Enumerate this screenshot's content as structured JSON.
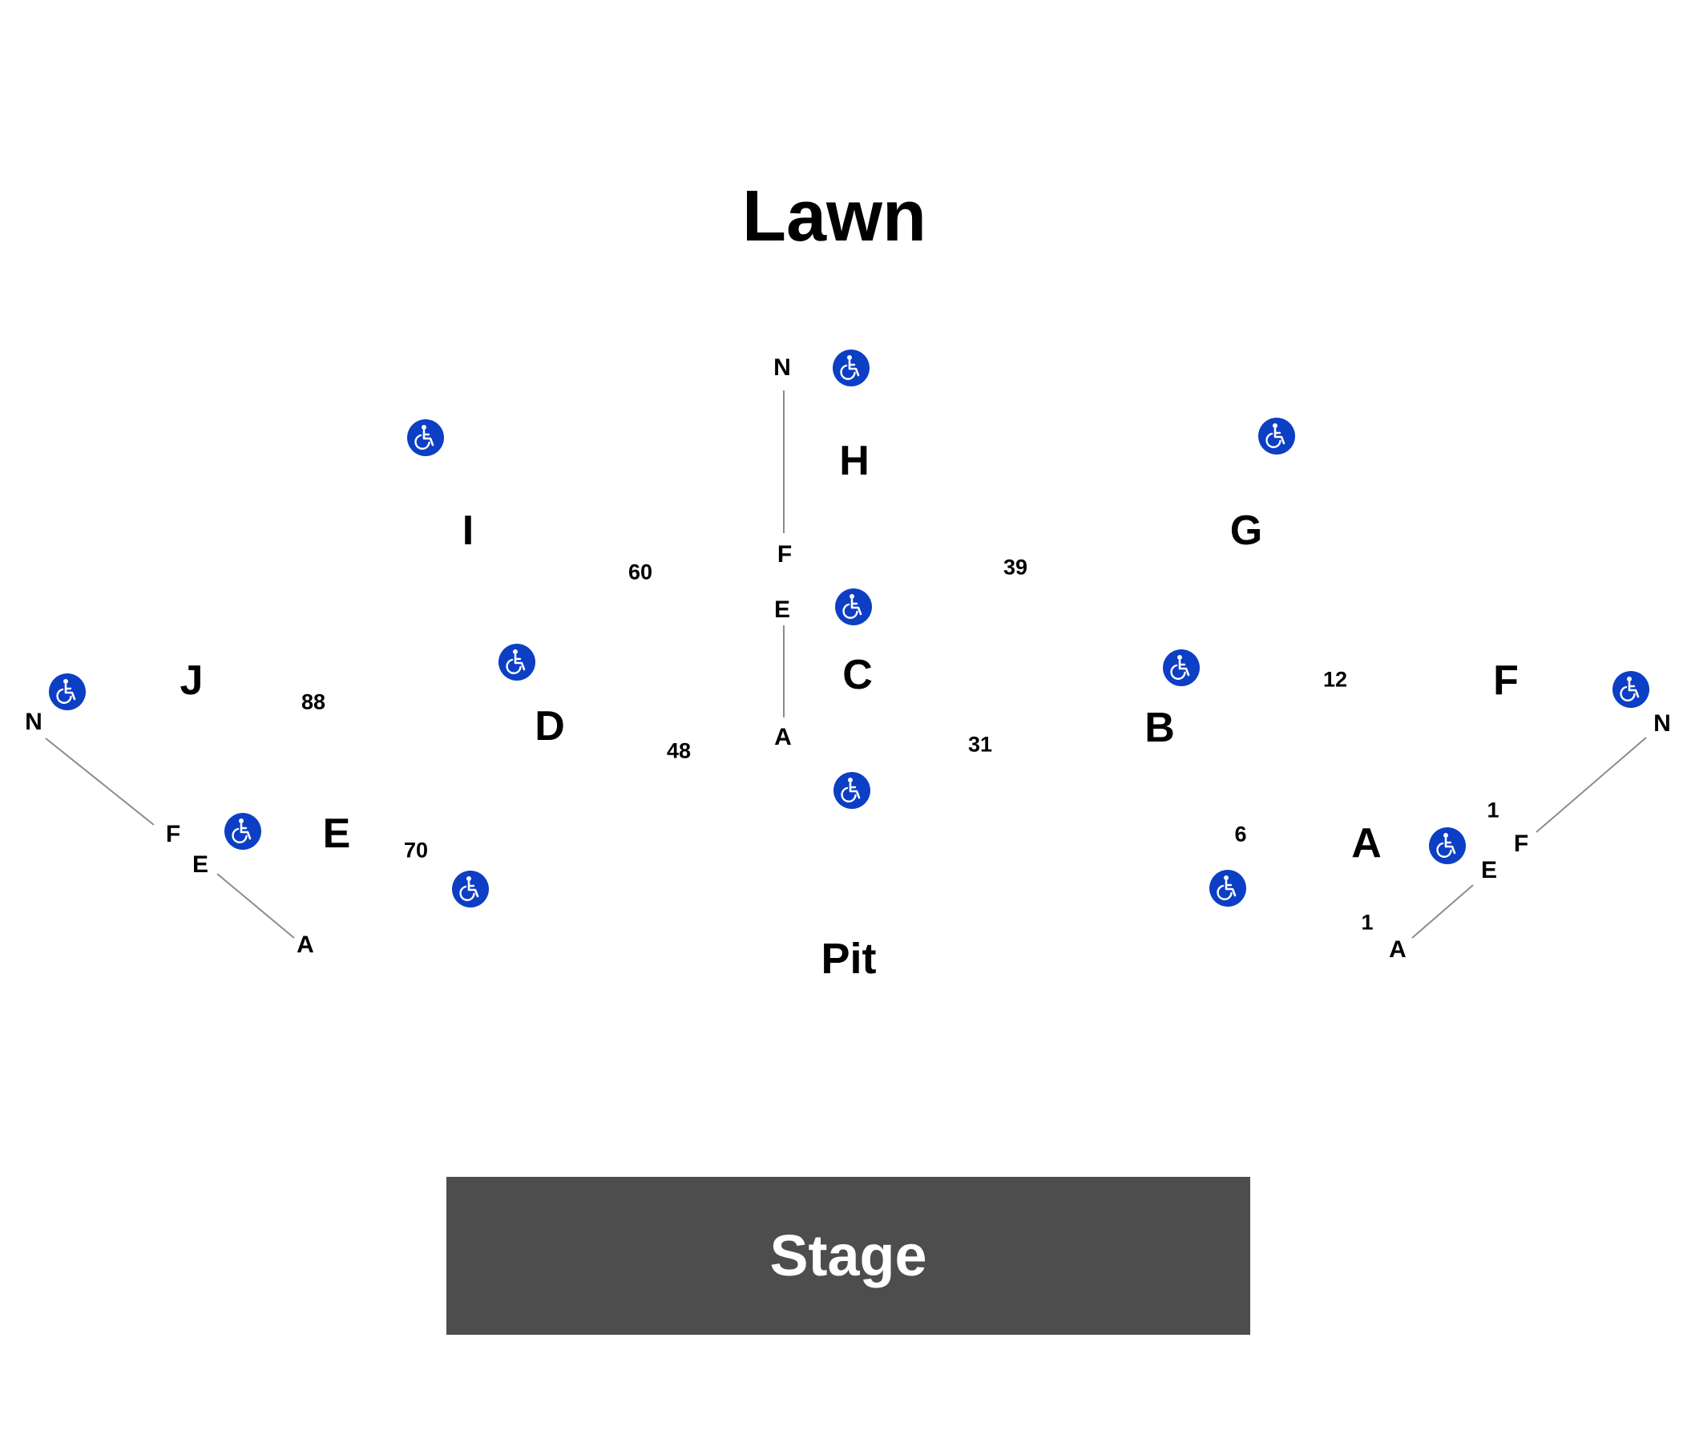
{
  "areas": {
    "lawn": "Lawn",
    "pit": "Pit",
    "stage": "Stage"
  },
  "colors": {
    "wheelchair_bg": "#0d3fc4",
    "stage_fill": "#4d4d4d",
    "row_line": "#8c8c8c"
  },
  "icon": "wheelchair-accessible-icon",
  "sections": {
    "a": "A",
    "b": "B",
    "c": "C",
    "d": "D",
    "e": "E",
    "f": "F",
    "g": "G",
    "h": "H",
    "i": "I",
    "j": "J"
  },
  "rows": {
    "center_top": "N",
    "center_f": "F",
    "center_e": "E",
    "center_a": "A",
    "left_n": "N",
    "left_f": "F",
    "left_e": "E",
    "left_a": "A",
    "right_n": "N",
    "right_f": "F",
    "right_e": "E",
    "right_a": "A"
  },
  "seats": {
    "s60": "60",
    "s39": "39",
    "s88": "88",
    "s48": "48",
    "s31": "31",
    "s12": "12",
    "s70": "70",
    "s6": "6",
    "s1_upper": "1",
    "s1_lower": "1"
  }
}
